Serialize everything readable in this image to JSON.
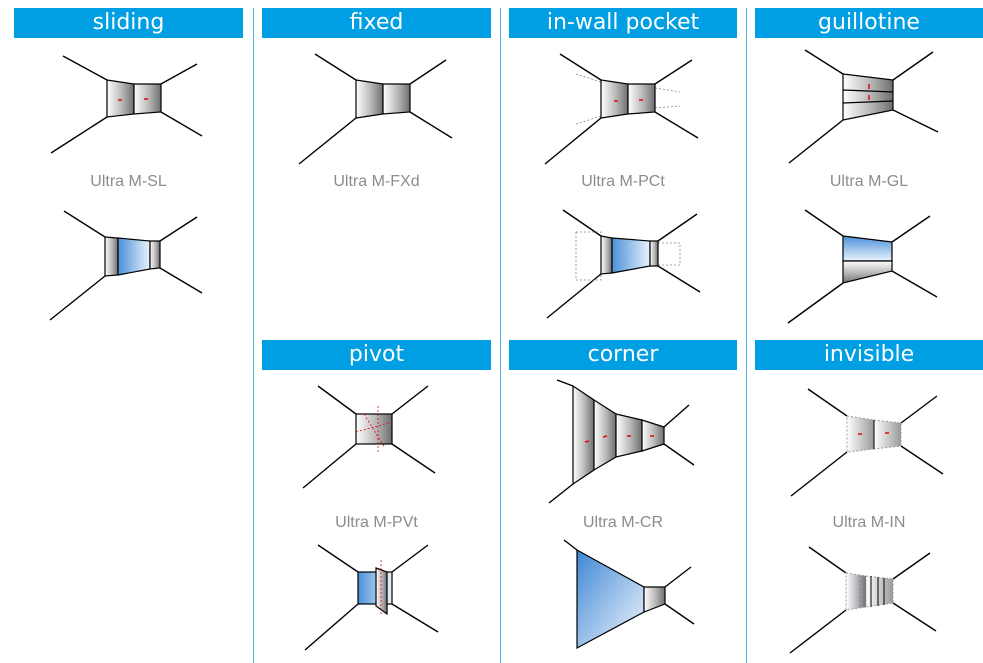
{
  "categories": {
    "sliding": "sliding",
    "fixed": "fixed",
    "in_wall_pocket": "in-wall pocket",
    "guillotine": "guillotine",
    "pivot": "pivot",
    "corner": "corner",
    "invisible": "invisible"
  },
  "models": {
    "sliding": "Ultra M-SL",
    "fixed": "Ultra M-FXd",
    "in_wall_pocket": "Ultra M-PCt",
    "guillotine": "Ultra M-GL",
    "pivot": "Ultra M-PVt",
    "corner": "Ultra M-CR",
    "invisible": "Ultra M-IN"
  },
  "colors": {
    "header_bg": "#009fe3",
    "divider": "#4db4e6",
    "caption": "#8c8c8c",
    "open_panel": "#4a90d9",
    "handle": "#e30613"
  }
}
